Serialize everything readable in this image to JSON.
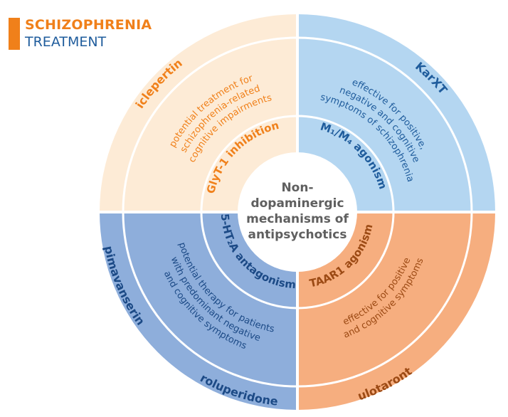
{
  "header": {
    "line1": "SCHIZOPHRENIA",
    "line2": "TREATMENT"
  },
  "center": {
    "lines": [
      "Non-",
      "dopaminergic",
      "mechanisms of",
      "antipsychotics"
    ]
  },
  "quadrants": {
    "top_left": {
      "mechanism": "GlyT-1 inhibition",
      "description": [
        "potential treatment for",
        "schizophrenia-related",
        "cognitive impairments"
      ],
      "drugs": [
        "iclepertin"
      ],
      "color": "#fdebd6",
      "text_color": "#f0801a"
    },
    "top_right": {
      "mechanism": "M₁/M₄ agonism",
      "description": [
        "effective for positive,",
        "negative and cognitive",
        "symptoms of schizophrenia"
      ],
      "drugs": [
        "KarXT"
      ],
      "color": "#b4d6f1",
      "text_color": "#1f5c9c"
    },
    "bottom_left": {
      "mechanism": "5-HT₂A antagonism",
      "description": [
        "potential therapy for patients",
        "with predominant negative",
        "and cognitive symptoms"
      ],
      "drugs": [
        "pimavanserin",
        "roluperidone"
      ],
      "color": "#8eaedb",
      "text_color": "#1c4a86"
    },
    "bottom_right": {
      "mechanism": "TAAR1 agonism",
      "description": [
        "effective for positive",
        "and cognitive symptoms"
      ],
      "drugs": [
        "ulotaront"
      ],
      "color": "#f6ae7f",
      "text_color": "#9c4a14"
    }
  }
}
